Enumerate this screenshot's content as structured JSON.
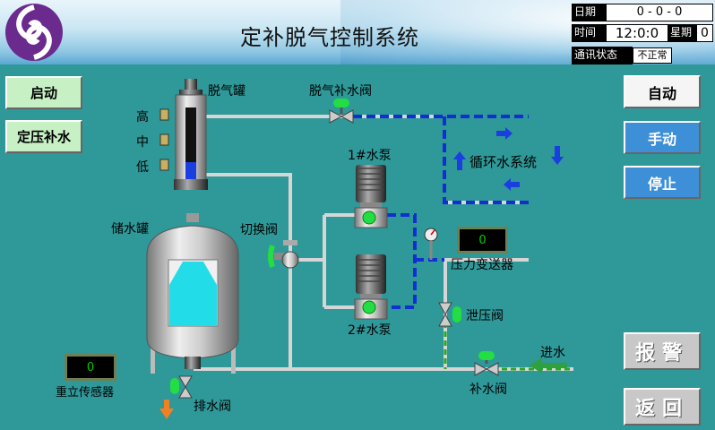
{
  "header": {
    "title": "定补脱气控制系统",
    "date_label": "日期",
    "date_value": "0 - 0 - 0",
    "time_label": "时间",
    "time_value": "12:0:0",
    "weekday_label": "星期",
    "weekday_value": "0",
    "comm_label": "通讯状态",
    "comm_value": "不正常"
  },
  "left_buttons": {
    "start": "启动",
    "const_pressure": "定压补水"
  },
  "right_buttons": {
    "auto": "自动",
    "manual": "手动",
    "stop": "停止",
    "alarm": "报警",
    "back": "返回"
  },
  "labels": {
    "degas_tank": "脱气罐",
    "degas_valve": "脱气补水阀",
    "level_high": "高",
    "level_mid": "中",
    "level_low": "低",
    "pump1": "1#水泵",
    "pump2": "2#水泵",
    "circ_system": "循环水系统",
    "storage_tank": "储水罐",
    "switch_valve": "切换阀",
    "pressure_transmitter": "压力变送器",
    "relief_valve": "泄压阀",
    "water_in": "进水",
    "makeup_valve": "补水阀",
    "drain_valve": "排水阀",
    "weight_sensor": "重立传感器"
  },
  "displays": {
    "pressure": "0",
    "weight": "0"
  },
  "colors": {
    "background": "#2f9898",
    "pipe": "#d6d6d6",
    "flow": "#1030d0",
    "valve_green": "#22dd44"
  }
}
